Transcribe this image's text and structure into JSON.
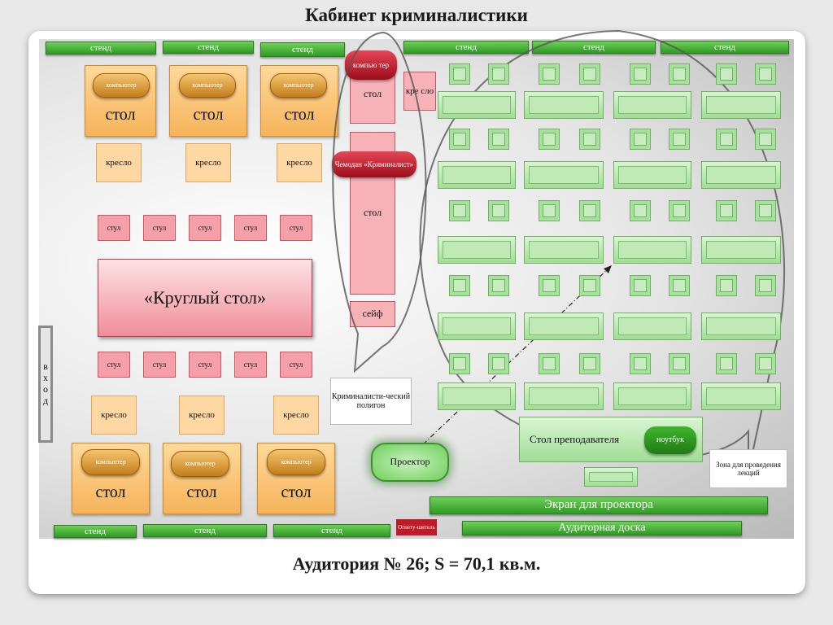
{
  "title": "Кабинет криминалистики",
  "caption": "Аудитория № 26; S = 70,1 кв.м.",
  "labels": {
    "stend": "стенд",
    "computer": "компьютер",
    "stol": "стол",
    "kreslo": "кресло",
    "stul": "стул",
    "round_table": "«Круглый стол»",
    "computer_wrapped": "компью тер",
    "kreslo_wrapped": "кре сло",
    "suitcase": "Чемодан «Криминалист»",
    "seif": "сейф",
    "polygon": "Криминалисти-ческий полигон",
    "vhod": "в х о д",
    "projector": "Проектор",
    "teacher_table": "Стол преподавателя",
    "laptop": "ноутбук",
    "lecture_zone": "Зона для проведения лекций",
    "screen": "Экран для проектора",
    "board": "Аудиторная доска",
    "extinguisher": "Огнету-шитель"
  },
  "colors": {
    "stend_green": "#3fae2f",
    "desk_orange": "#f5b35a",
    "chair_red": "#f5a0a8",
    "pill_red": "#b8111f",
    "seat_green": "#a8e0a0"
  }
}
